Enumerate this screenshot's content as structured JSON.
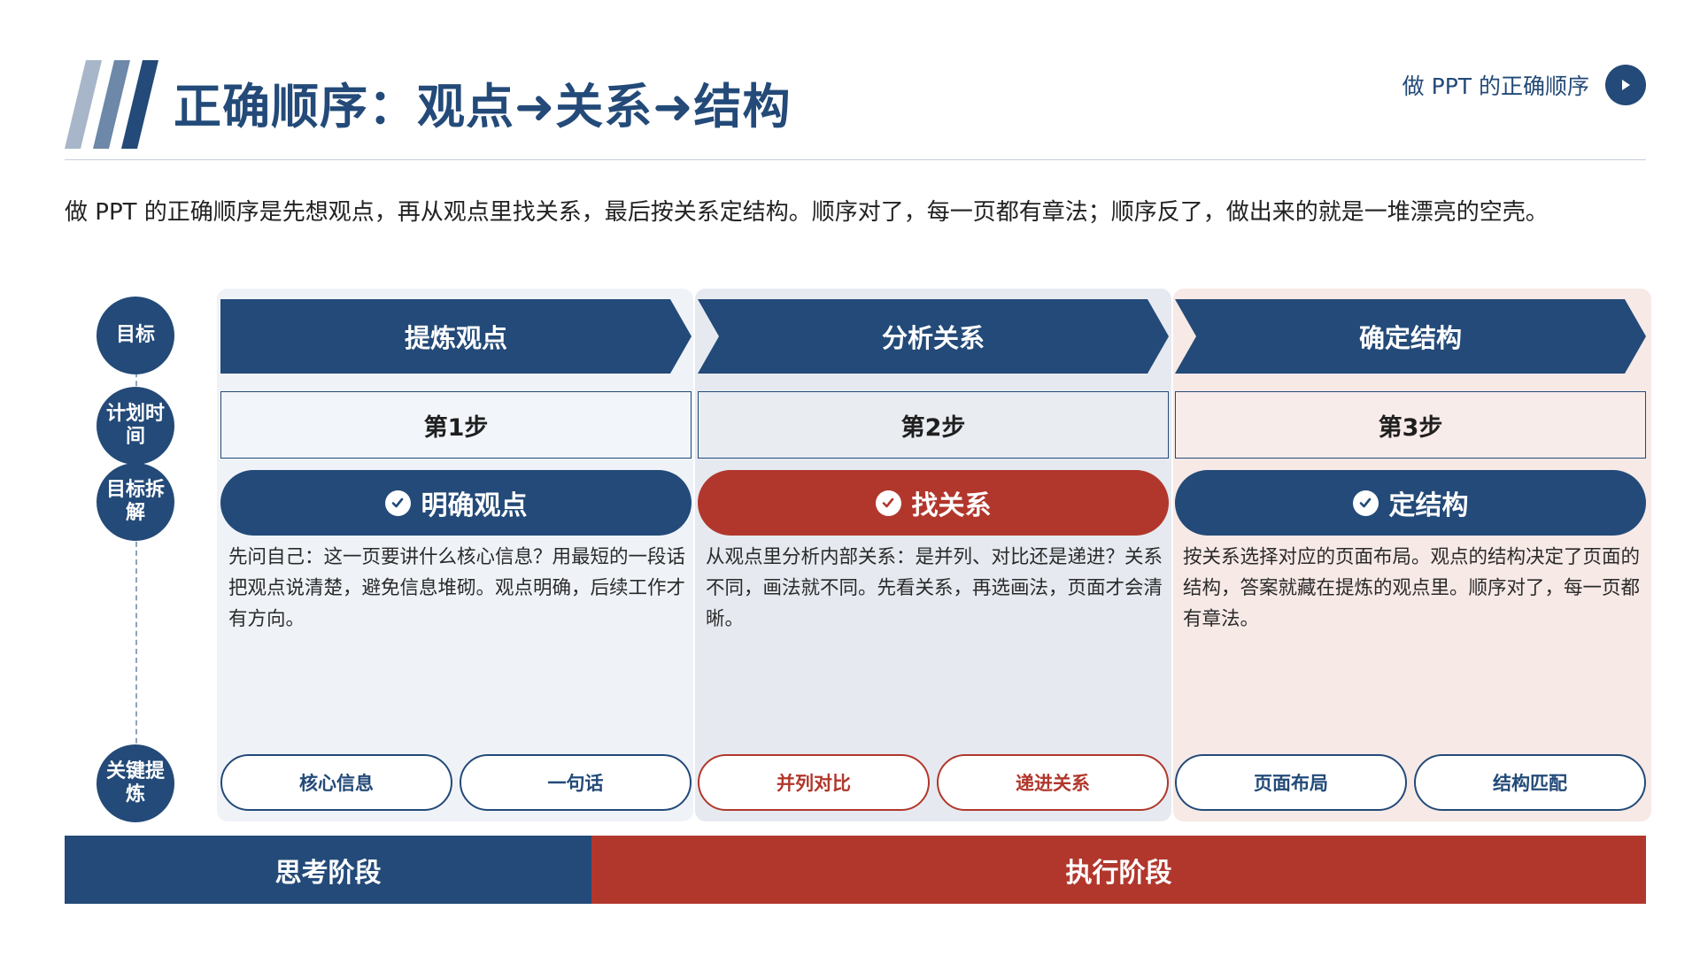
{
  "header": {
    "title": "正确顺序：观点➜关系➜结构",
    "nav_text": "做 PPT 的正确顺序"
  },
  "intro": "做 PPT 的正确顺序是先想观点，再从观点里找关系，最后按关系定结构。顺序对了，每一页都有章法；顺序反了，做出来的就是一堆漂亮的空壳。",
  "timeline": {
    "goal": "目标",
    "plan_time": "计划时间",
    "breakdown": "目标拆解",
    "key_points": "关键提炼"
  },
  "columns": [
    {
      "goal": "提炼观点",
      "step": "第1步",
      "pill": "明确观点",
      "desc": "先问自己：这一页要讲什么核心信息？用最短的一段话把观点说清楚，避免信息堆砌。观点明确，后续工作才有方向。",
      "tags": [
        "核心信息",
        "一句话"
      ]
    },
    {
      "goal": "分析关系",
      "step": "第2步",
      "pill": "找关系",
      "desc": "从观点里分析内部关系：是并列、对比还是递进？关系不同，画法就不同。先看关系，再选画法，页面才会清晰。",
      "tags": [
        "并列对比",
        "递进关系"
      ]
    },
    {
      "goal": "确定结构",
      "step": "第3步",
      "pill": "定结构",
      "desc": "按关系选择对应的页面布局。观点的结构决定了页面的结构，答案就藏在提炼的观点里。顺序对了，每一页都有章法。",
      "tags": [
        "页面布局",
        "结构匹配"
      ]
    }
  ],
  "phases": {
    "thinking": "思考阶段",
    "execution": "执行阶段"
  },
  "colors": {
    "navy": "#234a78",
    "red": "#b1372c",
    "col1_bg": "#eff3f8",
    "col2_bg": "#e6eaf0",
    "col3_bg": "#f7e9e6"
  },
  "icons": [
    "slash-decoration-icon",
    "play-icon",
    "check-icon"
  ]
}
